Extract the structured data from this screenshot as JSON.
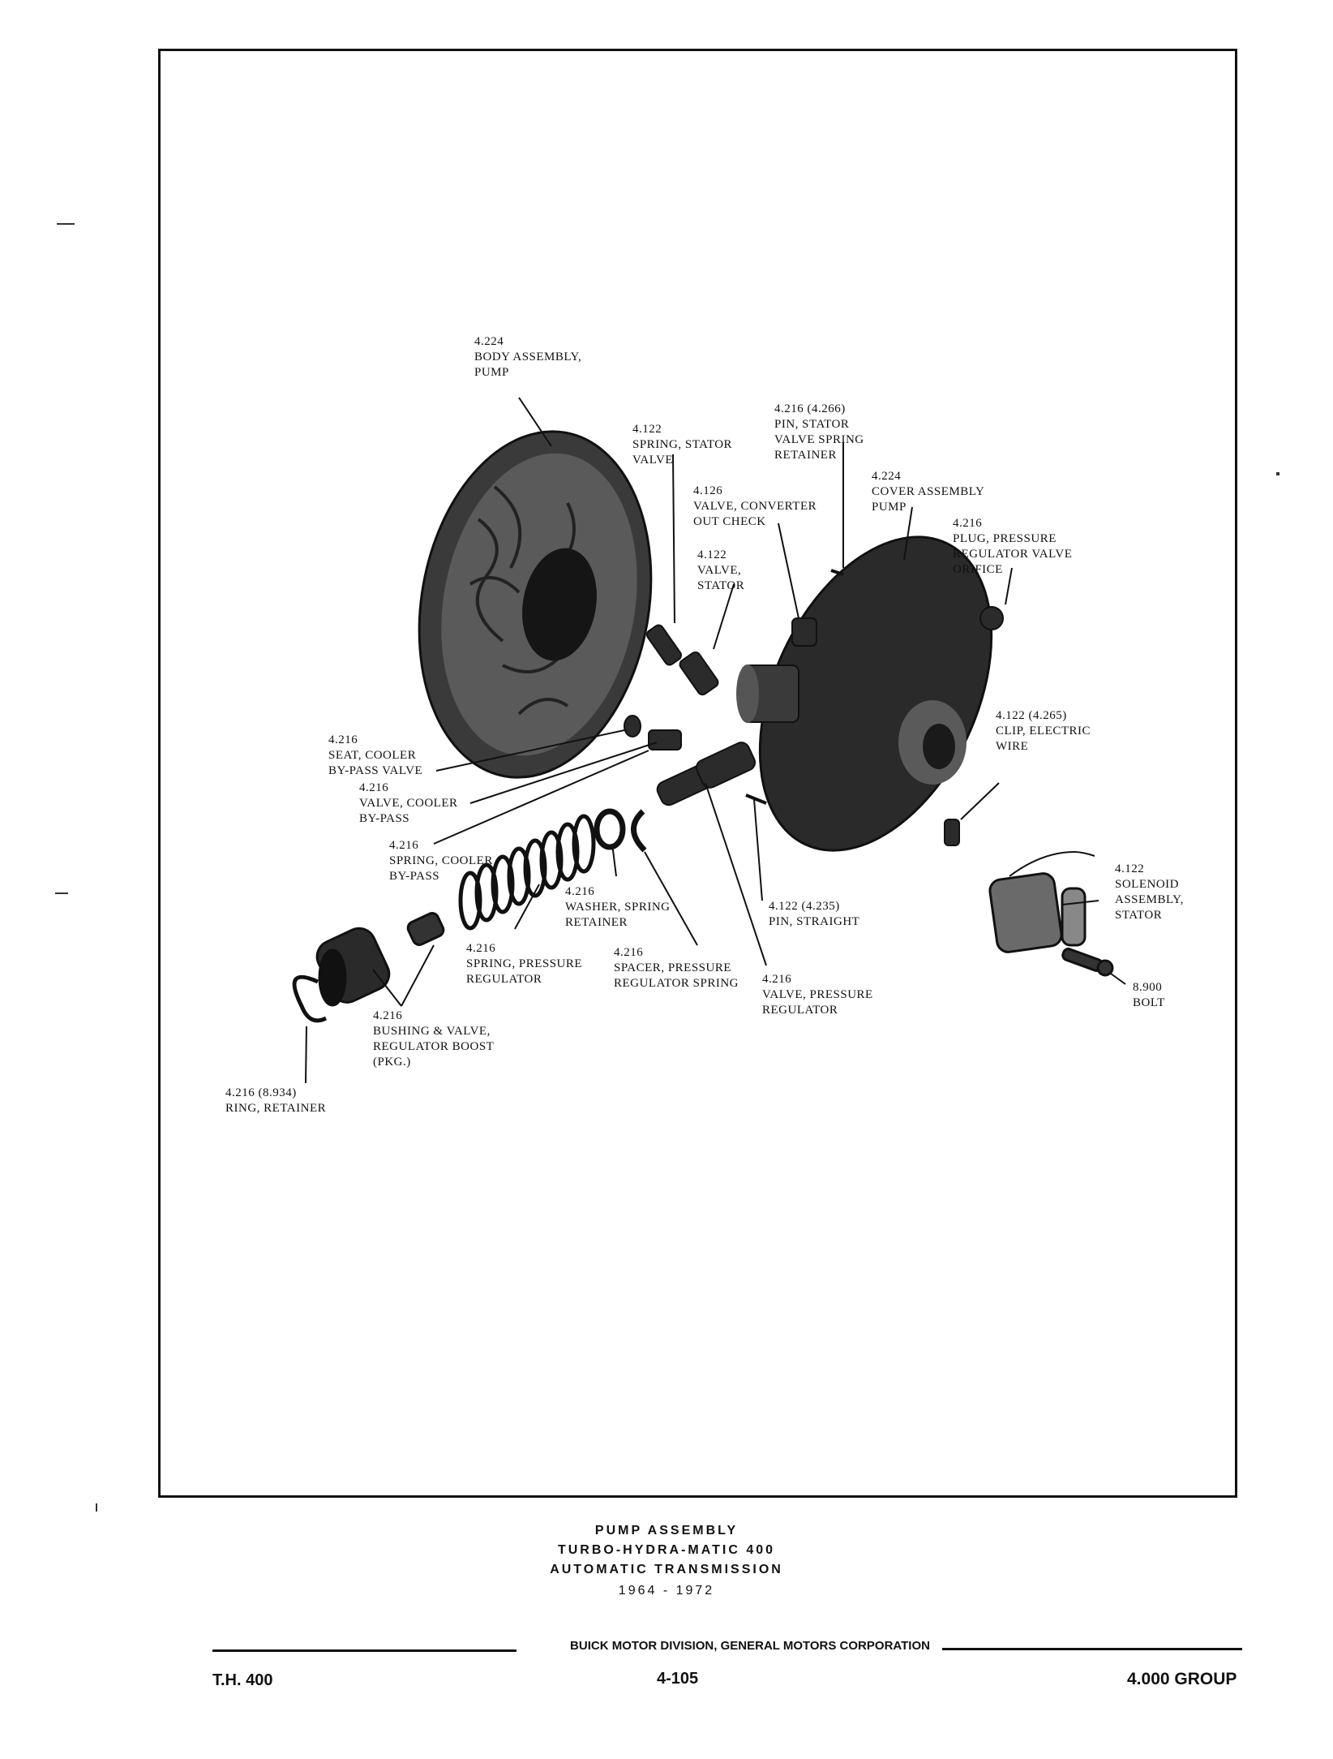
{
  "labels": {
    "body_assembly": "4.224\nBODY ASSEMBLY,\nPUMP",
    "spring_stator": "4.122\nSPRING, STATOR\nVALVE",
    "pin_stator": "4.216 (4.266)\nPIN, STATOR\nVALVE SPRING\nRETAINER",
    "valve_converter": "4.126\nVALVE, CONVERTER\nOUT CHECK",
    "valve_stator": "4.122\nVALVE,\nSTATOR",
    "cover_assembly": "4.224\nCOVER ASSEMBLY\nPUMP",
    "plug_pressure": "4.216\nPLUG, PRESSURE\nREGULATOR VALVE\nORIFICE",
    "seat_cooler": "4.216\nSEAT, COOLER\nBY-PASS VALVE",
    "valve_cooler": "4.216\nVALVE, COOLER\nBY-PASS",
    "spring_cooler": "4.216\nSPRING, COOLER\nBY-PASS",
    "clip_electric": "4.122 (4.265)\nCLIP, ELECTRIC\nWIRE",
    "solenoid": "4.122\nSOLENOID\nASSEMBLY,\nSTATOR",
    "washer_spring": "4.216\nWASHER, SPRING\nRETAINER",
    "pin_straight": "4.122 (4.235)\nPIN, STRAIGHT",
    "spring_pressure": "4.216\nSPRING, PRESSURE\nREGULATOR",
    "spacer_pressure": "4.216\nSPACER, PRESSURE\nREGULATOR SPRING",
    "valve_pressure": "4.216\nVALVE, PRESSURE\nREGULATOR",
    "bolt": "8.900\nBOLT",
    "bushing_valve": "4.216\nBUSHING & VALVE,\nREGULATOR BOOST\n(PKG.)",
    "ring_retainer": "4.216 (8.934)\nRING, RETAINER"
  },
  "caption": {
    "line1": "PUMP ASSEMBLY",
    "line2": "TURBO-HYDRA-MATIC 400",
    "line3": "AUTOMATIC TRANSMISSION",
    "line4": "1964 - 1972"
  },
  "footer": {
    "center": "BUICK MOTOR DIVISION, GENERAL MOTORS CORPORATION",
    "left": "T.H. 400",
    "page": "4-105",
    "right": "4.000 GROUP"
  }
}
